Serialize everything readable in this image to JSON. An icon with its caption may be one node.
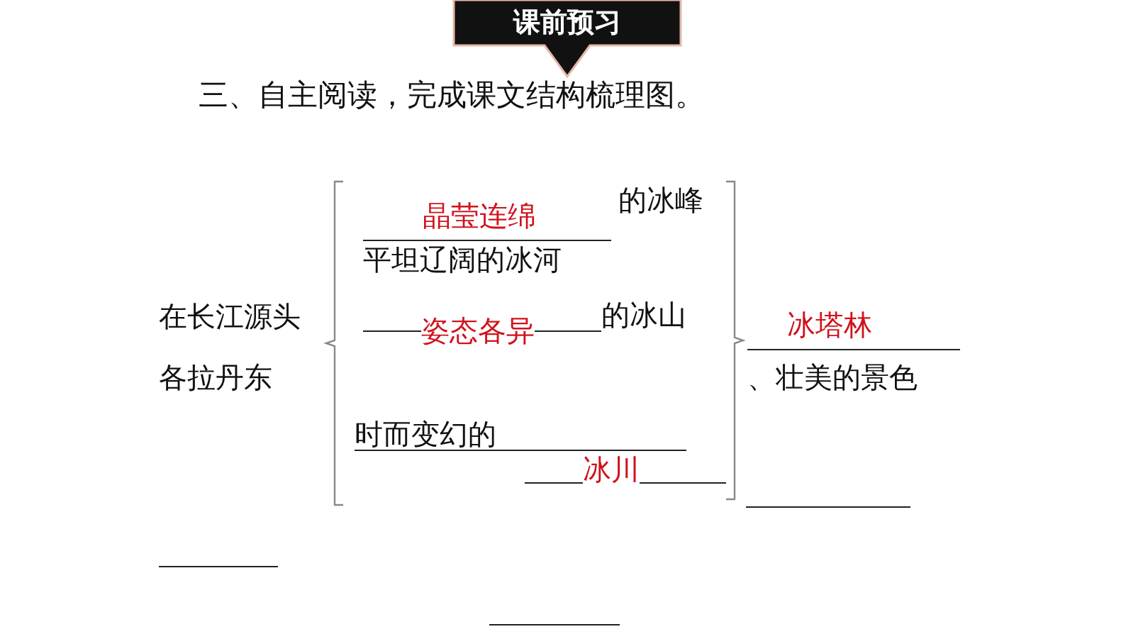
{
  "diagram": {
    "title": "课前预习",
    "labels": [
      "三、自主阅读，完成课文结构梳理图。",
      "晶莹连绵",
      "的冰峰",
      "平坦辽阔的冰河",
      "在长江源头",
      "冰塔林",
      "姿态各异",
      "的冰山",
      "各拉丹东",
      "、壮美的景色",
      "时而变幻的",
      "冰川"
    ]
  }
}
